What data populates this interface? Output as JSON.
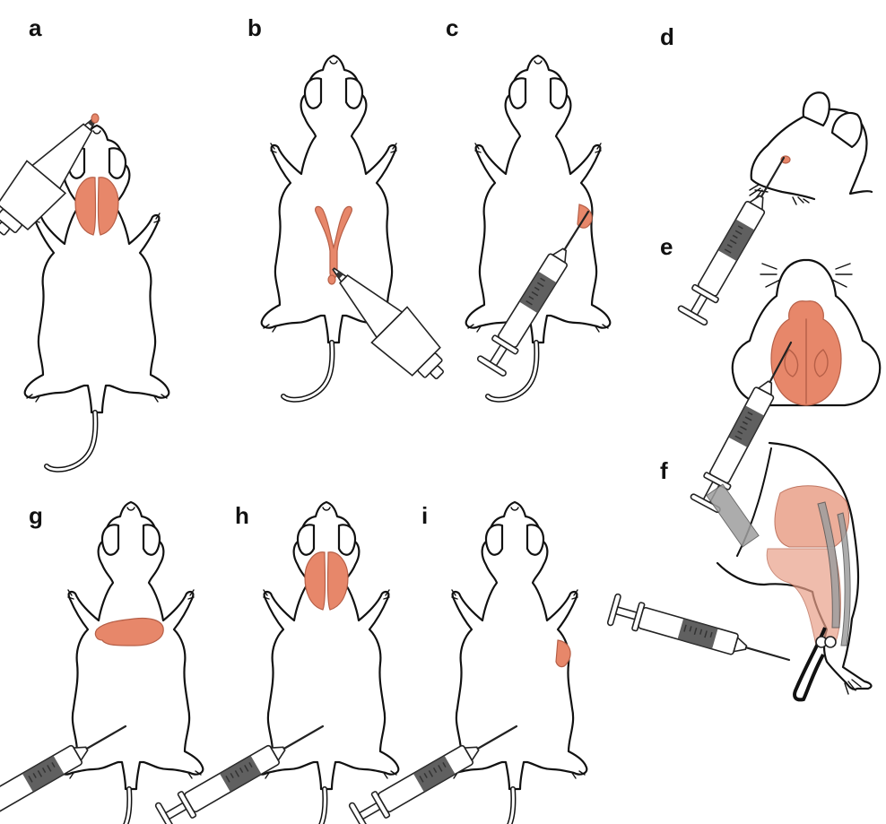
{
  "figure": {
    "panels": [
      {
        "id": "a",
        "label": "a"
      },
      {
        "id": "b",
        "label": "b"
      },
      {
        "id": "c",
        "label": "c"
      },
      {
        "id": "d",
        "label": "d"
      },
      {
        "id": "e",
        "label": "e"
      },
      {
        "id": "f",
        "label": "f"
      },
      {
        "id": "g",
        "label": "g"
      },
      {
        "id": "h",
        "label": "h"
      },
      {
        "id": "i",
        "label": "i"
      }
    ]
  },
  "colors": {
    "organ": "#e7876a",
    "outline": "#111111",
    "tube": "#9e9e9e"
  },
  "icons": [
    "mouse-outline",
    "syringe-icon",
    "pipette-icon",
    "lung-organ",
    "uterus-organ",
    "brain-organ",
    "spleen-organ",
    "eye-icon",
    "heart-organ",
    "tumor-organ"
  ]
}
